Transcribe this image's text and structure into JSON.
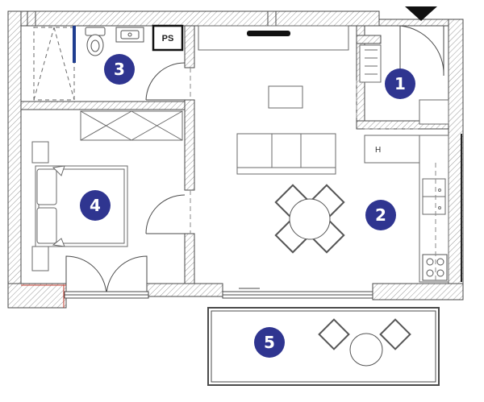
{
  "floor_plan": {
    "rooms": [
      {
        "number": "1",
        "kind": "entrance-hall"
      },
      {
        "number": "2",
        "kind": "living-kitchen"
      },
      {
        "number": "3",
        "kind": "bathroom"
      },
      {
        "number": "4",
        "kind": "bedroom"
      },
      {
        "number": "5",
        "kind": "balcony"
      }
    ],
    "labels": {
      "ps": "PS",
      "h": "H"
    },
    "colors": {
      "badge": "#2f3590",
      "badge_text": "#ffffff",
      "wall_hatch": "#9a9a9a",
      "line": "#4a4a4a",
      "furniture": "#6a6a6a",
      "shower_rail": "#1f3d8f",
      "north_marker": "#111111",
      "door_sill": "#c0392b"
    },
    "icons": [
      "north-marker-icon",
      "toilet-icon",
      "sink-icon",
      "stove-icon",
      "shower-icon"
    ]
  }
}
